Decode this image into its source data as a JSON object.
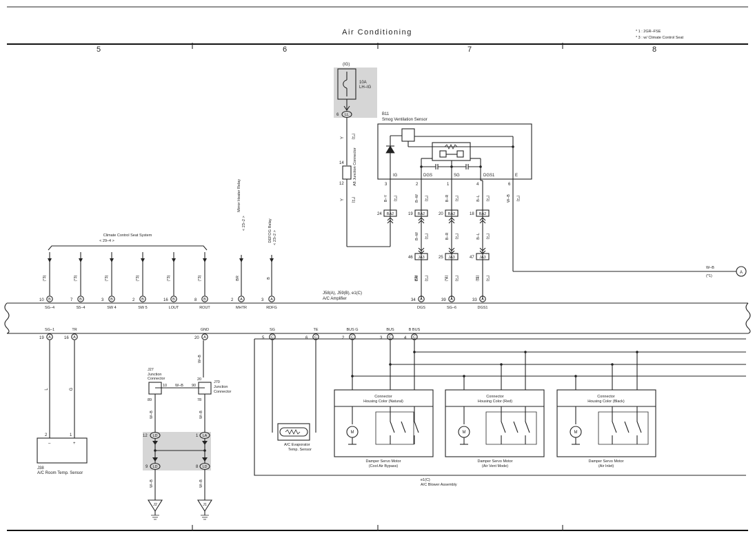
{
  "header": {
    "title": "Air Conditioning",
    "notes": [
      "* 1 : 2GR–FSE",
      "* 3 : w/ Climate Control Seat"
    ],
    "sections": [
      "5",
      "6",
      "7",
      "8"
    ]
  },
  "fuse": {
    "source": "(IG)",
    "rating": "10A",
    "name": "LH–IG",
    "pin": "6",
    "connector": "LL"
  },
  "sensor_b11": {
    "id": "B11",
    "name": "Smog Ventilation Sensor",
    "inner_labels": [
      "IG",
      "DGS",
      "SG",
      "DGS1",
      "E"
    ],
    "pins": [
      "3",
      "2",
      "1",
      "4",
      "6"
    ]
  },
  "junction_a8": {
    "pin_top": "14",
    "pin_bottom": "12",
    "label": "A8\nJunction Connector"
  },
  "wires": {
    "y_top": "Y",
    "y_mid": "Y",
    "note_1": "(*1)",
    "by": "B–Y",
    "bw": "B–W",
    "br": "B–R",
    "bl": "B–L",
    "wb": "W–B",
    "br2": "BR",
    "y2": "Y",
    "r": "R",
    "brown": "BR",
    "b": "B",
    "l": "L",
    "g": "G",
    "wb2": "W–B",
    "wb3": "W–B",
    "wb4": "W–B",
    "wb5": "W–B",
    "wb6": "W–B",
    "wb7": "W–B"
  },
  "ba2": [
    {
      "pin": "24",
      "conn": "BA2"
    },
    {
      "pin": "19",
      "conn": "BA2"
    },
    {
      "pin": "20",
      "conn": "BA2"
    },
    {
      "pin": "18",
      "conn": "BA2"
    }
  ],
  "ja3": [
    {
      "pin": "46",
      "conn": "JA3"
    },
    {
      "pin": "25",
      "conn": "JA3"
    },
    {
      "pin": "47",
      "conn": "JA3"
    }
  ],
  "ground_a": {
    "wire": "W–B",
    "note": "(*1)",
    "label": "A"
  },
  "seat": {
    "title": "Climate Control Seat System",
    "ref": "< 29–4 >"
  },
  "relays": [
    {
      "name": "Mirror Heater Relay",
      "ref": "< 23–2 >",
      "wire": "BR"
    },
    {
      "name": "DEFOG Relay",
      "ref": "< 23–2 >",
      "wire": "B"
    }
  ],
  "amplifier": {
    "ids": "J58(A), J59(B), e1(C)",
    "name": "A/C Amplifier",
    "top_pins": [
      {
        "no": "10",
        "conn": "B",
        "label": "SG–4",
        "note": "(*3)"
      },
      {
        "no": "7",
        "conn": "B",
        "label": "S5–4",
        "note": "(*3)"
      },
      {
        "no": "3",
        "conn": "B",
        "label": "SW 4",
        "note": "(*3)"
      },
      {
        "no": "2",
        "conn": "B",
        "label": "SW 5",
        "note": "(*3)"
      },
      {
        "no": "16",
        "conn": "B",
        "label": "LOUT",
        "note": "(*3)"
      },
      {
        "no": "8",
        "conn": "B",
        "label": "ROUT",
        "note": "(*3)"
      },
      {
        "no": "2",
        "conn": "A",
        "label": "MHTR",
        "note": ""
      },
      {
        "no": "3",
        "conn": "A",
        "label": "RDFG",
        "note": ""
      },
      {
        "no": "34",
        "conn": "A",
        "label": "DGS",
        "note": "(*1)"
      },
      {
        "no": "39",
        "conn": "A",
        "label": "SG–6",
        "note": "(*1)"
      },
      {
        "no": "33",
        "conn": "A",
        "label": "DGS1",
        "note": "(*1)"
      }
    ],
    "bottom_pins": [
      {
        "no": "19",
        "conn": "A",
        "label": "SG–1"
      },
      {
        "no": "16",
        "conn": "A",
        "label": "TR"
      },
      {
        "no": "20",
        "conn": "A",
        "label": "GND"
      },
      {
        "no": "5",
        "conn": "C",
        "label": "SG"
      },
      {
        "no": "6",
        "conn": "C",
        "label": "TE"
      },
      {
        "no": "2",
        "conn": "C",
        "label": "BUS G"
      },
      {
        "no": "3",
        "conn": "C",
        "label": "BUS"
      },
      {
        "no": "4",
        "conn": "C",
        "label": "B BUS"
      }
    ]
  },
  "j27": {
    "id": "J27",
    "name": "Junction\nConnector",
    "pin_a": "10",
    "pin_b": "89"
  },
  "j70": {
    "id": "J70",
    "name": "Junction\nConnector",
    "pin_a": "20",
    "pin_b": "90",
    "pin_c": "78"
  },
  "wb_label_mid": "W–B",
  "ll_block": [
    {
      "pin": "12",
      "conn": "LD"
    },
    {
      "pin": "1",
      "conn": "LA"
    },
    {
      "pin": "9",
      "conn": "LD"
    },
    {
      "pin": "8",
      "conn": "LD"
    }
  ],
  "grounds": [
    "J2",
    "J1"
  ],
  "j38": {
    "id": "J38",
    "name": "A/C Room Temp. Sensor",
    "pins": [
      "2",
      "1"
    ],
    "minus": "–",
    "plus": "+"
  },
  "evap": {
    "name": "A/C Evaporator\nTemp. Sensor"
  },
  "blower": {
    "id": "e1(C)",
    "name": "A/C Blower Assembly"
  },
  "motors": [
    {
      "connector": "Connector",
      "housing": "Housing Color (Natural)",
      "name": "Damper Servo Motor",
      "sub": "(Cool Air Bypass)"
    },
    {
      "connector": "Connector",
      "housing": "Housing Color (Red)",
      "name": "Damper Servo Motor",
      "sub": "(Air Vent Mode)"
    },
    {
      "connector": "Connector",
      "housing": "Housing Color (Black)",
      "name": "Damper Servo Motor",
      "sub": "(Air Inlet)"
    }
  ],
  "motor_symbol": "M"
}
